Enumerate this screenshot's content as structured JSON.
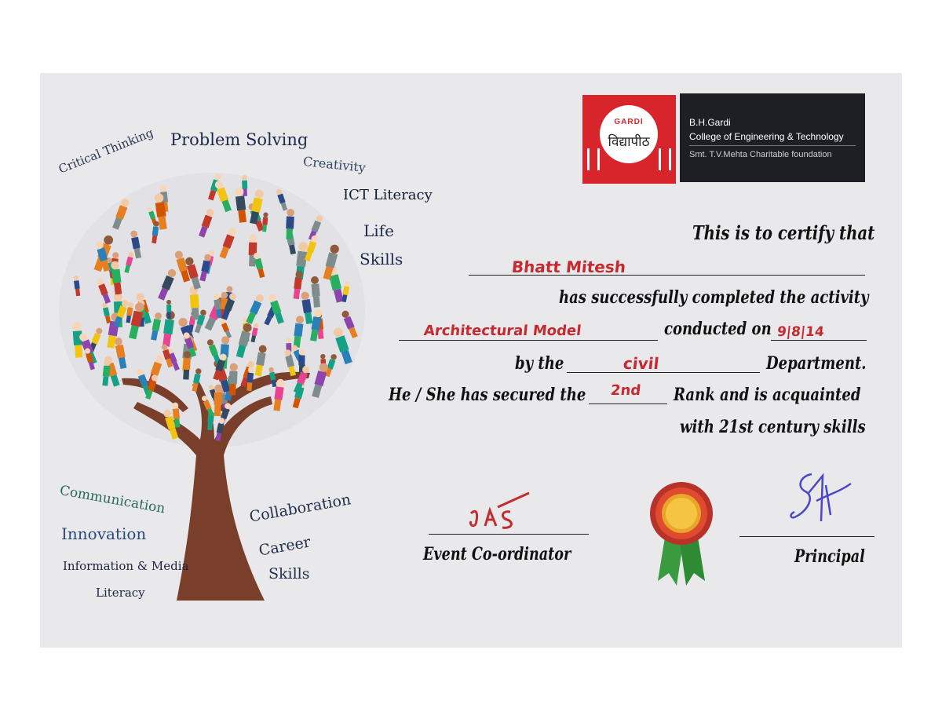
{
  "skills": {
    "critical_thinking": "Critical Thinking",
    "problem_solving": "Problem Solving",
    "creativity": "Creativity",
    "ict_literacy": "ICT Literacy",
    "life_skills_1": "Life",
    "life_skills_2": "Skills",
    "communication": "Communication",
    "innovation": "Innovation",
    "info_media_1": "Information & Media",
    "info_media_2": "Literacy",
    "collaboration": "Collaboration",
    "career_1": "Career",
    "career_2": "Skills"
  },
  "logo": {
    "gardi": "GARDI",
    "devanagari": "विद्यापीठ",
    "line1": "B.H.Gardi",
    "line2": "College of Engineering & Technology",
    "line3": "Smt. T.V.Mehta Charitable foundation"
  },
  "certificate": {
    "intro": "This is to certify that",
    "name": "Bhatt Mitesh",
    "completed": "has successfully completed the activity",
    "activity": "Architectural Model",
    "conducted_on": "conducted on",
    "date": "9|8|14",
    "by_the": "by the",
    "department": "civil",
    "department_label": "Department.",
    "secured": "He / She has secured the",
    "rank": "2nd",
    "rank_tail": "Rank and is acquainted",
    "skills_line": "with 21st century skills"
  },
  "signatures": {
    "coordinator_label": "Event Co-ordinator",
    "principal_label": "Principal"
  },
  "colors": {
    "handwriting": "#c42a2f",
    "signature_blue": "#4a46c8",
    "logo_red": "#d8252b",
    "logo_black": "#1d1f24"
  }
}
